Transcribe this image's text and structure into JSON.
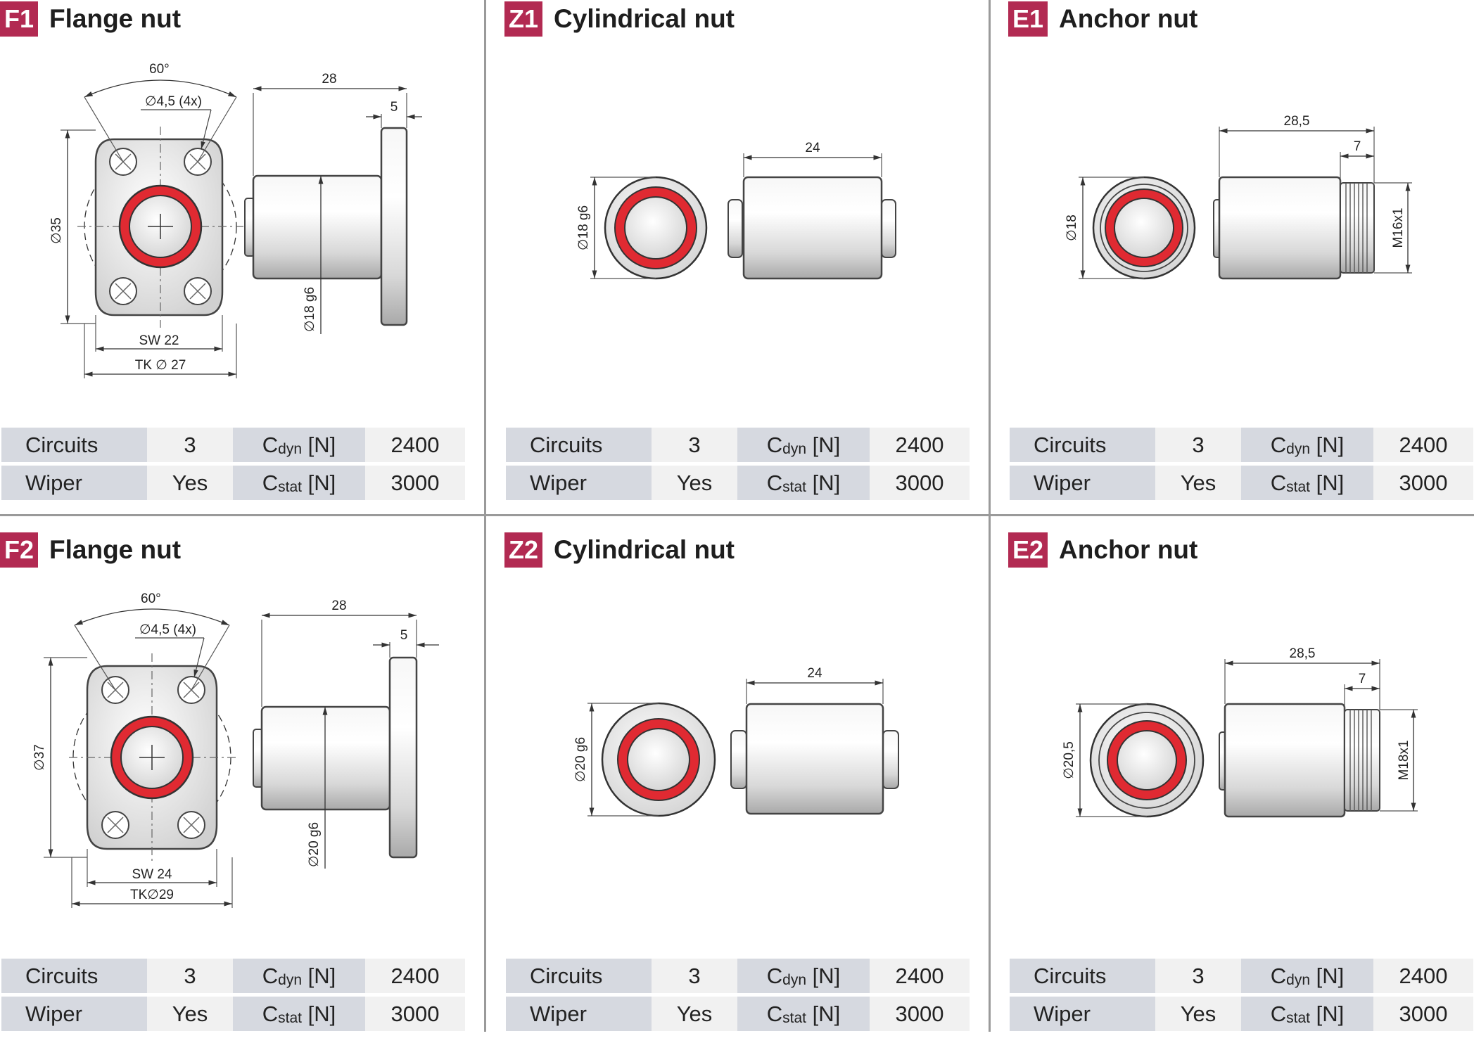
{
  "colors": {
    "badge": "#b22a52",
    "label_bg": "#d6d9e0",
    "value_bg": "#f1f1f1",
    "seal": "#e02a32"
  },
  "row_labels": {
    "circuits": "Circuits",
    "wiper": "Wiper",
    "cdyn_main": "C",
    "cdyn_sub": "dyn",
    "cstat_main": "C",
    "cstat_sub": "stat",
    "unit": " [N]"
  },
  "cells": [
    {
      "code": "F1",
      "title": "Flange nut",
      "circuits": "3",
      "wiper": "Yes",
      "cdyn": "2400",
      "cstat": "3000",
      "dims": {
        "angle": "60°",
        "holes": "∅4,5 (4x)",
        "length": "28",
        "flange": "5",
        "outer": "∅35",
        "shaft": "∅18 g6",
        "sw": "SW 22",
        "tk": "TK ∅ 27"
      }
    },
    {
      "code": "Z1",
      "title": "Cylindrical nut",
      "circuits": "3",
      "wiper": "Yes",
      "cdyn": "2400",
      "cstat": "3000",
      "dims": {
        "length": "24",
        "dia": "∅18 g6"
      }
    },
    {
      "code": "E1",
      "title": "Anchor nut",
      "circuits": "3",
      "wiper": "Yes",
      "cdyn": "2400",
      "cstat": "3000",
      "dims": {
        "length": "28,5",
        "thread_len": "7",
        "dia": "∅18",
        "thread": "M16x1"
      }
    },
    {
      "code": "F2",
      "title": "Flange nut",
      "circuits": "3",
      "wiper": "Yes",
      "cdyn": "2400",
      "cstat": "3000",
      "dims": {
        "angle": "60°",
        "holes": "∅4,5 (4x)",
        "length": "28",
        "flange": "5",
        "outer": "∅37",
        "shaft": "∅20 g6",
        "sw": "SW 24",
        "tk": "TK∅29"
      }
    },
    {
      "code": "Z2",
      "title": "Cylindrical nut",
      "circuits": "3",
      "wiper": "Yes",
      "cdyn": "2400",
      "cstat": "3000",
      "dims": {
        "length": "24",
        "dia": "∅20 g6"
      }
    },
    {
      "code": "E2",
      "title": "Anchor nut",
      "circuits": "3",
      "wiper": "Yes",
      "cdyn": "2400",
      "cstat": "3000",
      "dims": {
        "length": "28,5",
        "thread_len": "7",
        "dia": "∅20,5",
        "thread": "M18x1"
      }
    }
  ]
}
